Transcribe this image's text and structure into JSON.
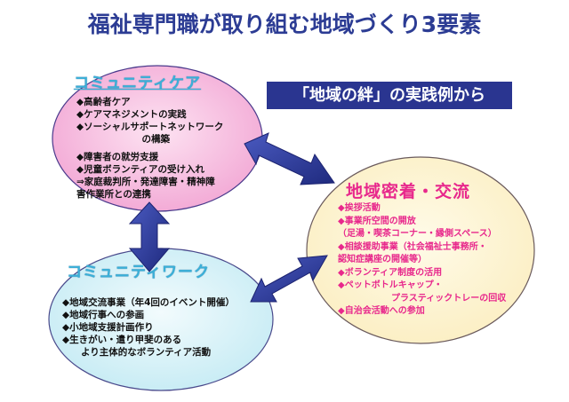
{
  "title": "福祉専門職が取り組む地域づくり3要素",
  "banner": "「地域の絆」の実践例から",
  "community_care": {
    "title": "コミュニティケア",
    "items": [
      "◆高齢者ケア",
      "◆ケアマネジメントの実践",
      "◆ソーシャルサポートネットワーク",
      "　　　　　　　の構築",
      "◆障害者の就労支援",
      "◆児童ボランティアの受け入れ",
      "⇒家庭裁判所・発達障害・精神障",
      "害作業所との連携"
    ]
  },
  "community_work": {
    "title": "コミュニティワーク",
    "items": [
      "◆地域交流事業（年4回のイベント開催）",
      "◆地域行事への参画",
      "◆小地域支援計画作り",
      "◆生きがい・遣り甲斐のある",
      "　　より主体的なボランティア活動"
    ]
  },
  "local_exchange": {
    "title": "地域密着・交流",
    "items": [
      "◆挨拶活動",
      "◆事業所空間の開放",
      "（足湯・喫茶コーナー・縁側スペース）",
      "◆相談援助事業（社会福祉士事務所・",
      "認知症講座の開催等）",
      "◆ボランティア制度の活用",
      "◆ペットボトルキャップ・",
      "　　　　　　プラスティックトレーの回収",
      "◆自治会活動への参加"
    ]
  },
  "colors": {
    "title": "#2c3c94",
    "banner_bg": "#2a3590",
    "pink": "#e8288c",
    "arrow": "#2d3a9a"
  }
}
